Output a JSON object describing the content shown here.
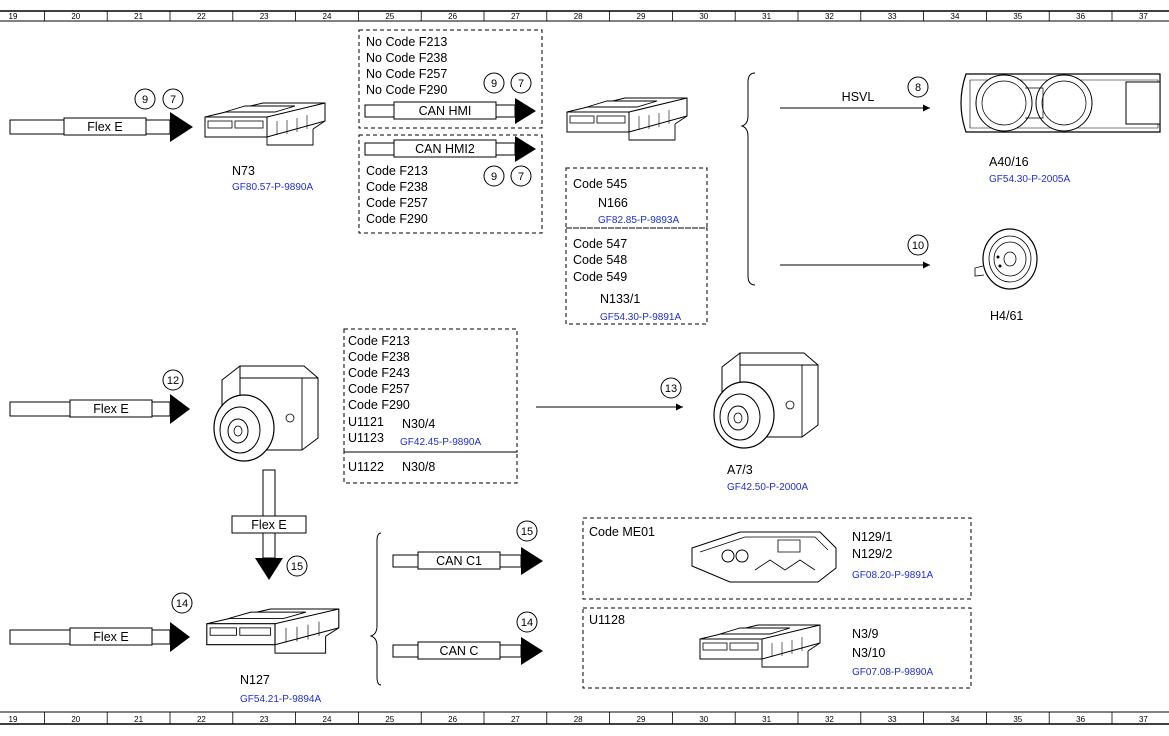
{
  "ruler": {
    "numbers": [
      "19",
      "20",
      "21",
      "22",
      "23",
      "24",
      "25",
      "26",
      "27",
      "28",
      "29",
      "30",
      "31",
      "32",
      "33",
      "34",
      "35",
      "36",
      "37"
    ]
  },
  "connections": {
    "flex_e": "Flex E",
    "can_hmi": "CAN HMI",
    "can_hmi2": "CAN HMI2",
    "hsvl": "HSVL",
    "can_c1": "CAN C1",
    "can_c": "CAN C"
  },
  "circles": {
    "n73_a": "9",
    "n73_b": "7",
    "hmi_a": "9",
    "hmi_b": "7",
    "hmi2_a": "9",
    "hmi2_b": "7",
    "hsvl": "8",
    "h4": "10",
    "abs_in": "12",
    "a7": "13",
    "down": "15",
    "n127_in": "14",
    "can_c1": "15",
    "can_c": "14"
  },
  "components": {
    "n73": {
      "label": "N73",
      "ref": "GF80.57-P-9890A"
    },
    "a40": {
      "label": "A40/16",
      "ref": "GF54.30-P-2005A"
    },
    "h4": {
      "label": "H4/61"
    },
    "a7": {
      "label": "A7/3",
      "ref": "GF42.50-P-2000A"
    },
    "n127": {
      "label": "N127",
      "ref": "GF54.21-P-9894A"
    }
  },
  "boxes": {
    "hmi_codes": [
      "No Code F213",
      "No Code F238",
      "No Code F257",
      "No Code F290"
    ],
    "hmi2_codes": [
      "Code F213",
      "Code F238",
      "Code F257",
      "Code F290"
    ],
    "code545": {
      "code": "Code 545",
      "label": "N166",
      "ref": "GF82.85-P-9893A"
    },
    "code547": {
      "codes": [
        "Code 547",
        "Code 548",
        "Code 549"
      ],
      "label": "N133/1",
      "ref": "GF54.30-P-9891A"
    },
    "esp": {
      "codes": [
        "Code F213",
        "Code F238",
        "Code F243",
        "Code F257",
        "Code F290",
        "U1121",
        "U1123"
      ],
      "label": "N30/4",
      "ref": "GF42.45-P-9890A"
    },
    "u1122": {
      "code": "U1122",
      "label": "N30/8"
    },
    "me01": {
      "code": "Code ME01",
      "label1": "N129/1",
      "label2": "N129/2",
      "ref": "GF08.20-P-9891A"
    },
    "u1128": {
      "code": "U1128",
      "label1": "N3/9",
      "label2": "N3/10",
      "ref": "GF07.08-P-9890A"
    }
  }
}
